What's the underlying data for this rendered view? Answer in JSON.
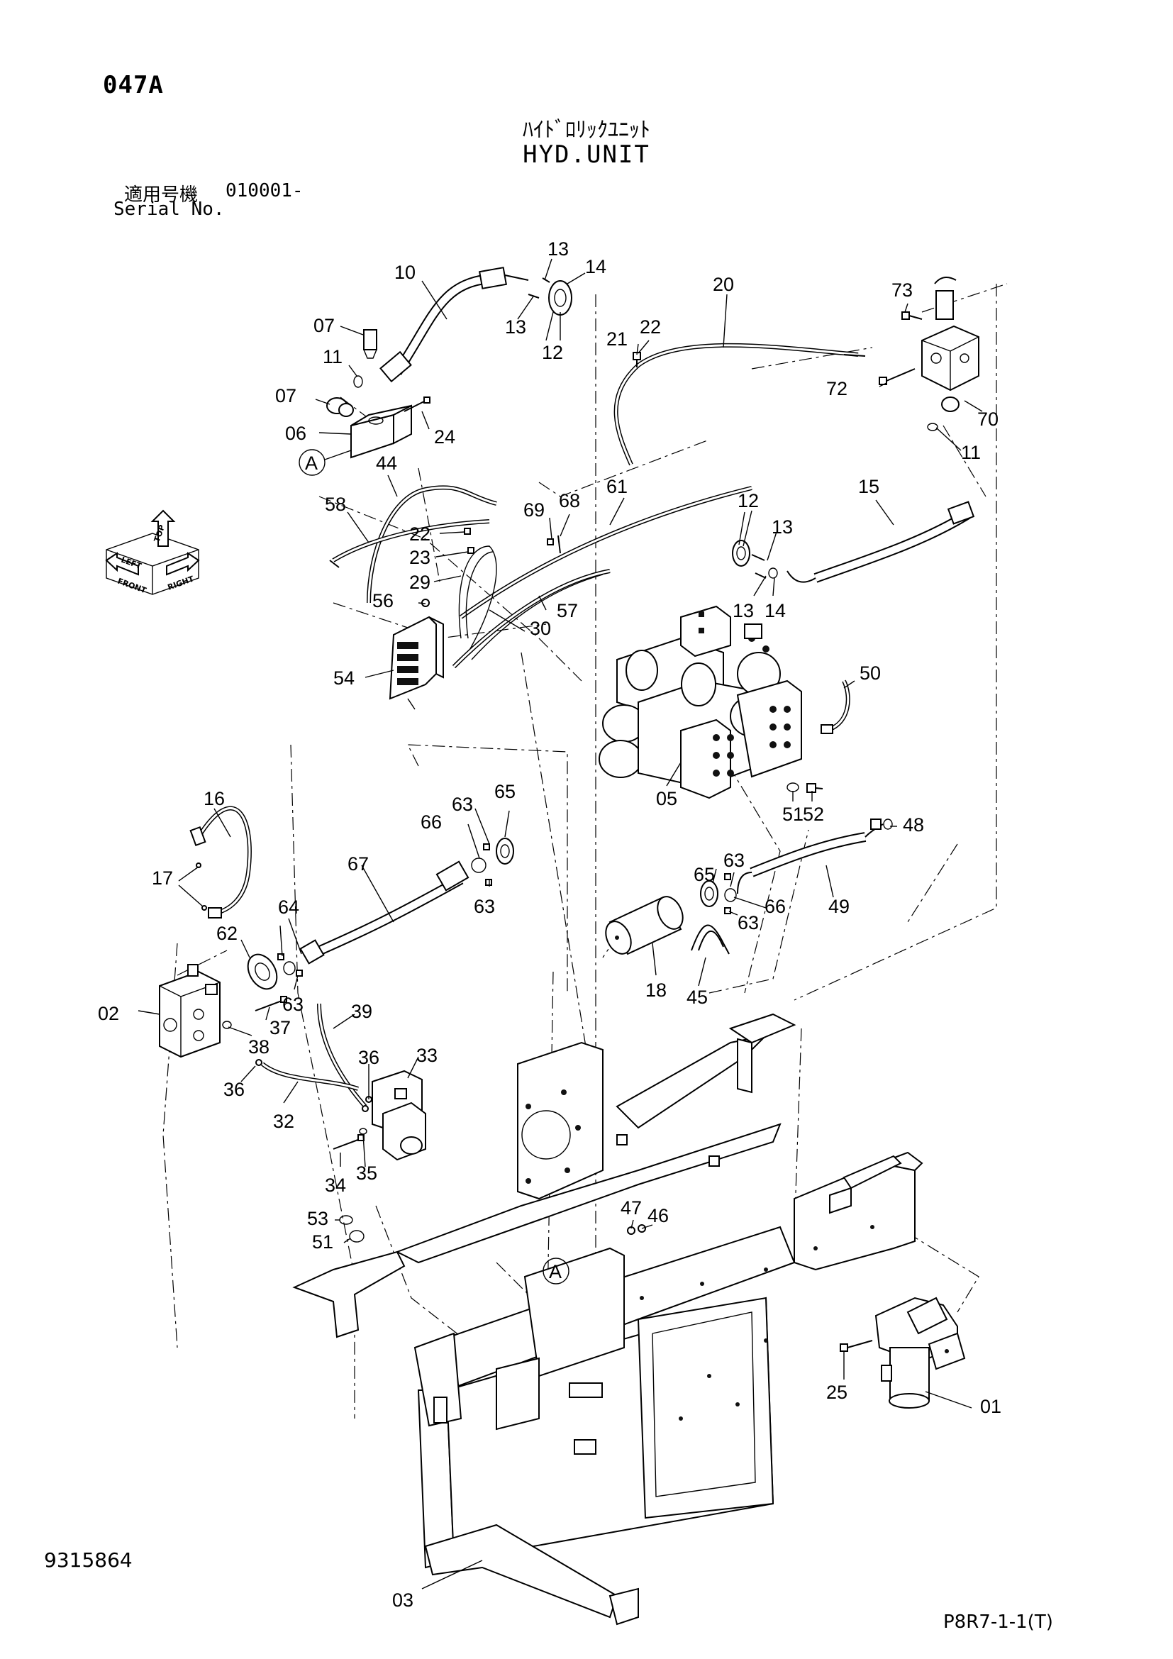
{
  "header": {
    "page_code": "047A",
    "title_jp": "ﾊｲﾄﾞﾛﾘｯｸﾕﾆｯﾄ",
    "title_en": "HYD.UNIT",
    "serial_jp": "適用号機",
    "serial_value": "010001-",
    "serial_en": "Serial No."
  },
  "footer": {
    "doc_number": "9315864",
    "ref_code": "P8R7-1-1(T)"
  },
  "direction_indicator": {
    "top": "TOP",
    "front": "FRONT",
    "right": "RIGHT",
    "left": "LEFT"
  },
  "view_marks": [
    "A",
    "A"
  ],
  "callouts": [
    "10",
    "13",
    "14",
    "13",
    "12",
    "07",
    "11",
    "07",
    "06",
    "24",
    "20",
    "21",
    "22",
    "73",
    "72",
    "70",
    "11",
    "44",
    "58",
    "22",
    "23",
    "29",
    "56",
    "54",
    "30",
    "57",
    "69",
    "68",
    "61",
    "12",
    "13",
    "13",
    "14",
    "15",
    "50",
    "05",
    "51",
    "52",
    "16",
    "17",
    "63",
    "65",
    "66",
    "63",
    "67",
    "64",
    "62",
    "63",
    "02",
    "37",
    "38",
    "36",
    "32",
    "39",
    "36",
    "33",
    "34",
    "35",
    "63",
    "65",
    "66",
    "63",
    "49",
    "48",
    "18",
    "45",
    "53",
    "51",
    "47",
    "46",
    "25",
    "01",
    "03"
  ]
}
